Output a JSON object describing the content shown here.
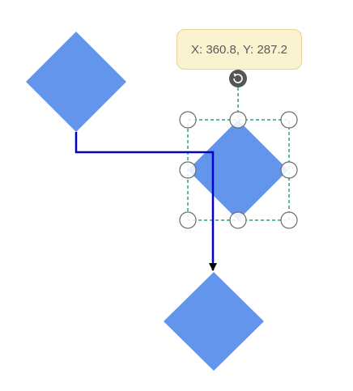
{
  "diagram": {
    "colors": {
      "shape_fill": "#6495ed",
      "connector": "#0000cd",
      "arrowhead": "#000000",
      "selection_outline": "#2a9d8f",
      "handle_stroke": "#6b6b6b",
      "handle_fill": "#ffffff",
      "rotate_handle_fill": "#555555",
      "tooltip_bg": "#fbf3d0",
      "tooltip_text": "#5a5a5a"
    },
    "shapes": [
      {
        "id": "diamond-top-left",
        "kind": "diamond",
        "selected": false
      },
      {
        "id": "diamond-selected",
        "kind": "diamond",
        "selected": true
      },
      {
        "id": "diamond-bottom",
        "kind": "diamond",
        "selected": false
      }
    ],
    "connector": {
      "from": "diamond-top-left",
      "to": "diamond-bottom",
      "style": "orthogonal",
      "end_marker": "arrow"
    },
    "tooltip": {
      "text": "X: 360.8, Y: 287.2"
    },
    "icons": {
      "rotate": "rotate-icon"
    }
  }
}
